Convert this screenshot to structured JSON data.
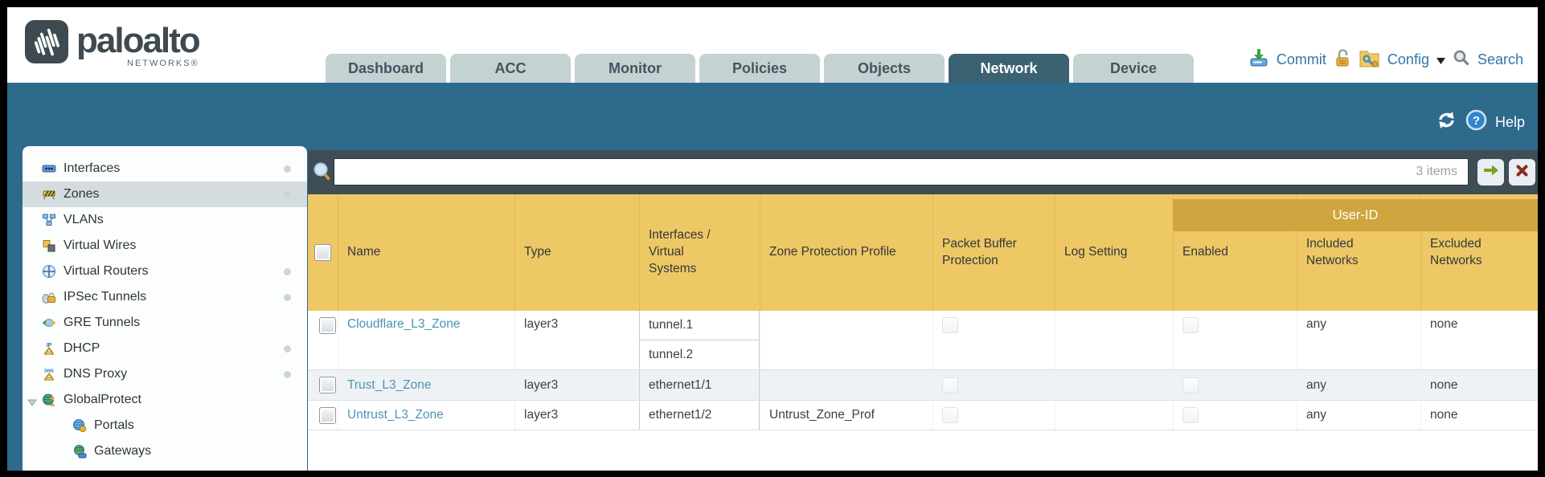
{
  "brand": {
    "logo_text": "paloalto",
    "logo_sub": "NETWORKS®",
    "logo_icon": "paloalto-pulse-icon"
  },
  "nav": {
    "tabs": [
      {
        "label": "Dashboard",
        "active": false
      },
      {
        "label": "ACC",
        "active": false
      },
      {
        "label": "Monitor",
        "active": false
      },
      {
        "label": "Policies",
        "active": false
      },
      {
        "label": "Objects",
        "active": false
      },
      {
        "label": "Network",
        "active": true
      },
      {
        "label": "Device",
        "active": false
      }
    ],
    "actions": {
      "commit_label": "Commit",
      "config_label": "Config",
      "search_label": "Search",
      "icons": [
        "commit-icon",
        "lock-icon",
        "config-icon",
        "caret-down-icon",
        "search-icon"
      ]
    }
  },
  "banner": {
    "help_label": "Help",
    "icons": [
      "refresh-icon",
      "help-icon"
    ]
  },
  "sidebar": {
    "items": [
      {
        "label": "Interfaces",
        "icon": "interfaces-icon",
        "dot": true,
        "selected": false
      },
      {
        "label": "Zones",
        "icon": "zones-icon",
        "dot": true,
        "selected": true
      },
      {
        "label": "VLANs",
        "icon": "vlans-icon",
        "dot": false,
        "selected": false
      },
      {
        "label": "Virtual Wires",
        "icon": "virtual-wires-icon",
        "dot": false,
        "selected": false
      },
      {
        "label": "Virtual Routers",
        "icon": "virtual-routers-icon",
        "dot": true,
        "selected": false
      },
      {
        "label": "IPSec Tunnels",
        "icon": "ipsec-tunnels-icon",
        "dot": true,
        "selected": false
      },
      {
        "label": "GRE Tunnels",
        "icon": "gre-tunnels-icon",
        "dot": false,
        "selected": false
      },
      {
        "label": "DHCP",
        "icon": "dhcp-icon",
        "dot": true,
        "selected": false
      },
      {
        "label": "DNS Proxy",
        "icon": "dns-proxy-icon",
        "dot": true,
        "selected": false
      },
      {
        "label": "GlobalProtect",
        "icon": "globalprotect-icon",
        "dot": false,
        "selected": false,
        "expanded": true
      },
      {
        "label": "Portals",
        "icon": "portals-icon",
        "dot": false,
        "selected": false,
        "child": true
      },
      {
        "label": "Gateways",
        "icon": "gateways-icon",
        "dot": false,
        "selected": false,
        "child": true
      }
    ]
  },
  "toolbar": {
    "filter_value": "",
    "items_count": "3 items",
    "buttons": [
      {
        "icon": "apply-filter-arrow-icon"
      },
      {
        "icon": "clear-filter-x-icon"
      }
    ]
  },
  "table": {
    "group_header": "User-ID",
    "columns": [
      "",
      "Name",
      "Type",
      "Interfaces / Virtual Systems",
      "Zone Protection Profile",
      "Packet Buffer Protection",
      "Log Setting",
      "Enabled",
      "Included Networks",
      "Excluded Networks"
    ],
    "rows": [
      {
        "name": "Cloudflare_L3_Zone",
        "type": "layer3",
        "interfaces": [
          "tunnel.1",
          "tunnel.2"
        ],
        "zone_protection_profile": "",
        "packet_buffer_protection": false,
        "log_setting": "",
        "user_id_enabled": false,
        "included_networks": "any",
        "excluded_networks": "none"
      },
      {
        "name": "Trust_L3_Zone",
        "type": "layer3",
        "interfaces": [
          "ethernet1/1"
        ],
        "zone_protection_profile": "",
        "packet_buffer_protection": false,
        "log_setting": "",
        "user_id_enabled": false,
        "included_networks": "any",
        "excluded_networks": "none"
      },
      {
        "name": "Untrust_L3_Zone",
        "type": "layer3",
        "interfaces": [
          "ethernet1/2"
        ],
        "zone_protection_profile": "Untrust_Zone_Prof",
        "packet_buffer_protection": false,
        "log_setting": "",
        "user_id_enabled": false,
        "included_networks": "any",
        "excluded_networks": "none"
      }
    ]
  },
  "colors": {
    "teal_band": "#2e6a8c",
    "toolbar_slate": "#3f4d56",
    "header_gold": "#eec865",
    "userid_band": "#cfa53f",
    "link_blue": "#4b94b6",
    "active_tab": "#3b6272",
    "action_blue": "#3076a8"
  }
}
